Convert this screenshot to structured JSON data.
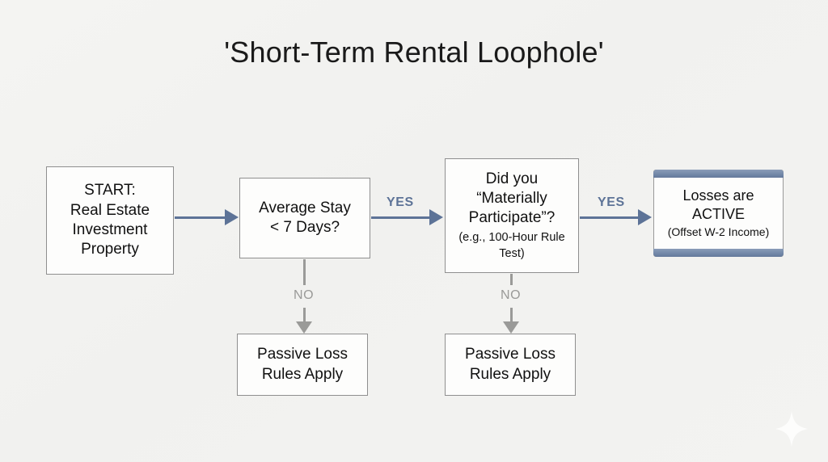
{
  "slide": {
    "title": "'Short-Term Rental Loophole'",
    "background_color": "#f2f2f0",
    "accent_color": "#5d7397",
    "muted_color": "#9a9a98"
  },
  "nodes": {
    "start": {
      "name": "start-node",
      "lines": [
        "START:",
        "Real Estate",
        "Investment",
        "Property"
      ]
    },
    "decision_stay": {
      "name": "decision-average-stay",
      "lines": [
        "Average Stay",
        "< 7 Days?"
      ]
    },
    "decision_participate": {
      "name": "decision-materially-participate",
      "lines": [
        "Did you",
        "“Materially",
        "Participate”?"
      ],
      "sub_lines": [
        "(e.g., 100-Hour Rule",
        "Test)"
      ]
    },
    "active": {
      "name": "outcome-losses-active",
      "lines": [
        "Losses are",
        "ACTIVE"
      ],
      "sub_lines": [
        "(Offset W-2 Income)"
      ]
    },
    "passive_left": {
      "name": "outcome-passive-loss-left",
      "lines": [
        "Passive Loss",
        "Rules Apply"
      ]
    },
    "passive_right": {
      "name": "outcome-passive-loss-right",
      "lines": [
        "Passive Loss",
        "Rules Apply"
      ]
    }
  },
  "edges": {
    "start_to_stay": {
      "label": ""
    },
    "stay_yes": {
      "label": "YES"
    },
    "stay_no": {
      "label": "NO"
    },
    "participate_yes": {
      "label": "YES"
    },
    "participate_no": {
      "label": "NO"
    }
  },
  "decor": {
    "sparkle": "sparkle-icon"
  }
}
